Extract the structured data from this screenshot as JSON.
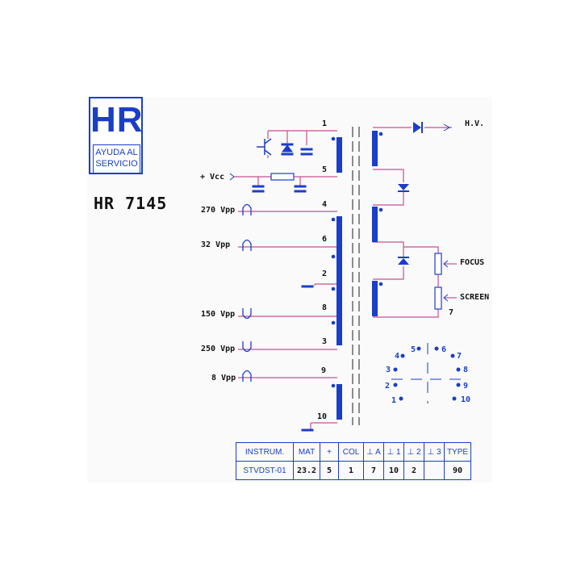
{
  "logo": {
    "mark": "HR",
    "line1": "AYUDA AL",
    "line2": "SERVICIO"
  },
  "model": "HR 7145",
  "labels": {
    "vcc": "+ Vcc",
    "hv": "H.V.",
    "focus": "FOCUS",
    "screen": "SCREEN",
    "vpp_270": "270 Vpp",
    "vpp_32": "32 Vpp",
    "vpp_150": "150 Vpp",
    "vpp_250": "250 Vpp",
    "vpp_8": "8 Vpp"
  },
  "pins": {
    "p1": "1",
    "p5": "5",
    "p4": "4",
    "p6": "6",
    "p2": "2",
    "p8": "8",
    "p3": "3",
    "p9": "9",
    "p10": "10",
    "p7": "7"
  },
  "pinout": {
    "p1": "1",
    "p2": "2",
    "p3": "3",
    "p4": "4",
    "p5": "5",
    "p6": "6",
    "p7": "7",
    "p8": "8",
    "p9": "9",
    "p10": "10"
  },
  "table": {
    "headers": [
      "INSTRUM.",
      "MAT",
      "+",
      "COL",
      "⊥ A",
      "⊥ 1",
      "⊥ 2",
      "⊥ 3",
      "TYPE"
    ],
    "values": [
      "STVDST-01",
      "23.2",
      "5",
      "1",
      "7",
      "10",
      "2",
      "",
      "90"
    ]
  },
  "colors": {
    "accent": "#1b3ec8",
    "wire": "#c8508f",
    "text": "#111111"
  }
}
